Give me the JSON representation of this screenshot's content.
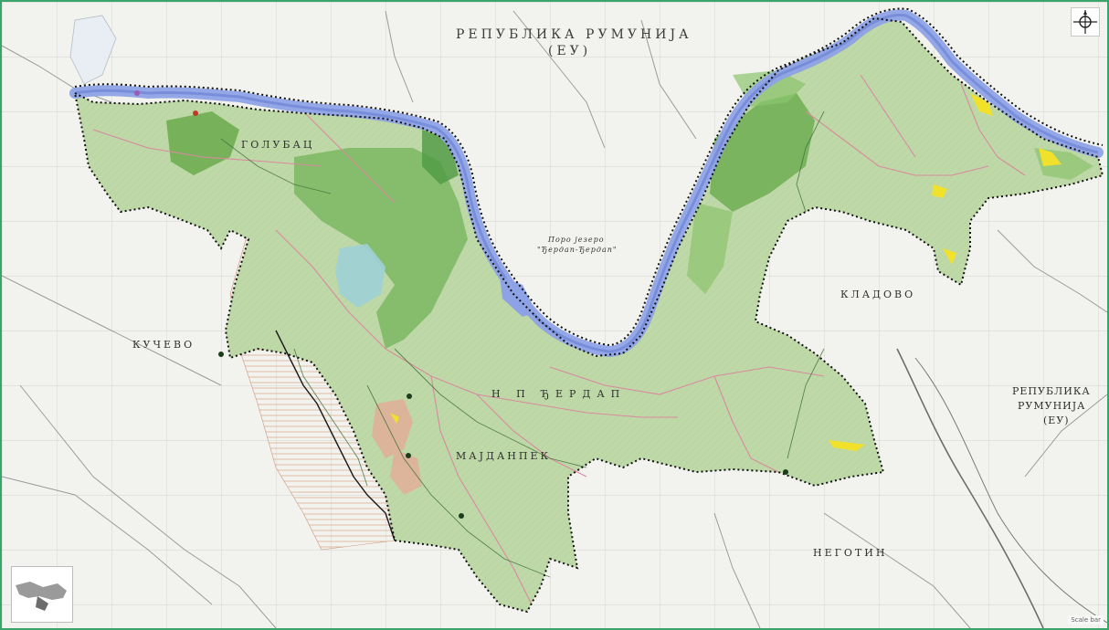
{
  "map": {
    "labels": {
      "romania_top": "РЕПУБЛИКА РУМУНИЈА",
      "romania_top_eu": "(ЕУ)",
      "romania_right_1": "РЕПУБЛИКА",
      "romania_right_2": "РУМУНИЈА",
      "romania_right_eu": "(ЕУ)",
      "kladovo": "КЛАДОВО",
      "kucevo": "КУЧЕВО",
      "negotin": "НЕГОТИН",
      "majdanpek": "МАЈДАНПЕК",
      "golubac": "ГОЛУБАЦ",
      "djerdap": "Н П ЂЕРДАП",
      "lake_1": "Порo језеро",
      "lake_2": "\"Ђердап-Ђердап\""
    },
    "colors": {
      "background": "#f2f2ee",
      "park_fill": "#b9d7a2",
      "forest_dark": "#6fae52",
      "river": "#8ea2e6",
      "border_dotted": "#111111",
      "frame": "#3aa46a"
    },
    "icons": {
      "compass": "compass-rose-icon",
      "inset": "location-inset-icon"
    },
    "footer": "Scale bar"
  }
}
